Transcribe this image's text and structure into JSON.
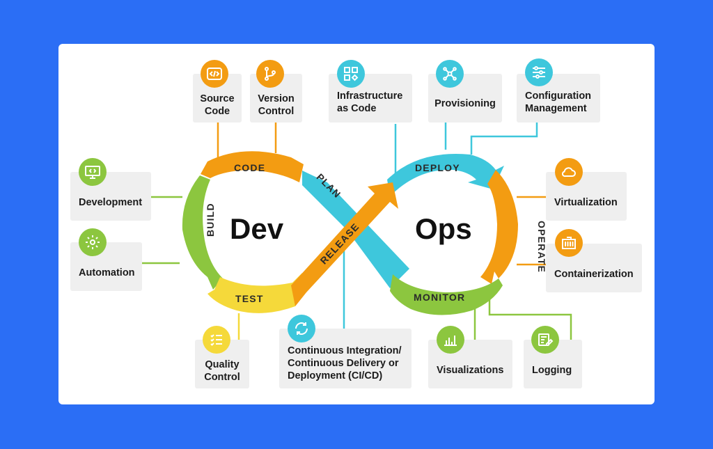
{
  "center": {
    "dev": "Dev",
    "ops": "Ops"
  },
  "segments": {
    "code": "CODE",
    "plan": "PLAN",
    "build": "BUILD",
    "test": "TEST",
    "release": "RELEASE",
    "deploy": "DEPLOY",
    "operate": "OPERATE",
    "monitor": "MONITOR"
  },
  "items": {
    "source_code": [
      "Source",
      "Code"
    ],
    "version_control": [
      "Version",
      "Control"
    ],
    "iac": [
      "Infrastructure",
      "as Code"
    ],
    "provisioning": "Provisioning",
    "config_mgmt": [
      "Configuration",
      "Management"
    ],
    "development": "Development",
    "automation": "Automation",
    "virtualization": "Virtualization",
    "containerization": "Containerization",
    "quality_control": [
      "Quality",
      "Control"
    ],
    "cicd": [
      "Continuous Integration/",
      "Continuous Delivery or",
      "Deployment (CI/CD)"
    ],
    "visualizations": "Visualizations",
    "logging": "Logging"
  },
  "colors": {
    "background": "#2b6ef5",
    "orange": "#f39c12",
    "teal": "#3ec7dc",
    "green": "#8cc63f",
    "yellow": "#f5d93a",
    "box": "#efefef"
  },
  "icons": {
    "source_code": "code-icon",
    "version_control": "git-branch-icon",
    "iac": "blocks-icon",
    "provisioning": "network-icon",
    "config_mgmt": "sliders-icon",
    "development": "monitor-code-icon",
    "automation": "gear-icon",
    "virtualization": "cloud-icon",
    "containerization": "container-icon",
    "quality_control": "checklist-icon",
    "cicd": "refresh-icon",
    "visualizations": "bar-chart-icon",
    "logging": "log-edit-icon"
  }
}
